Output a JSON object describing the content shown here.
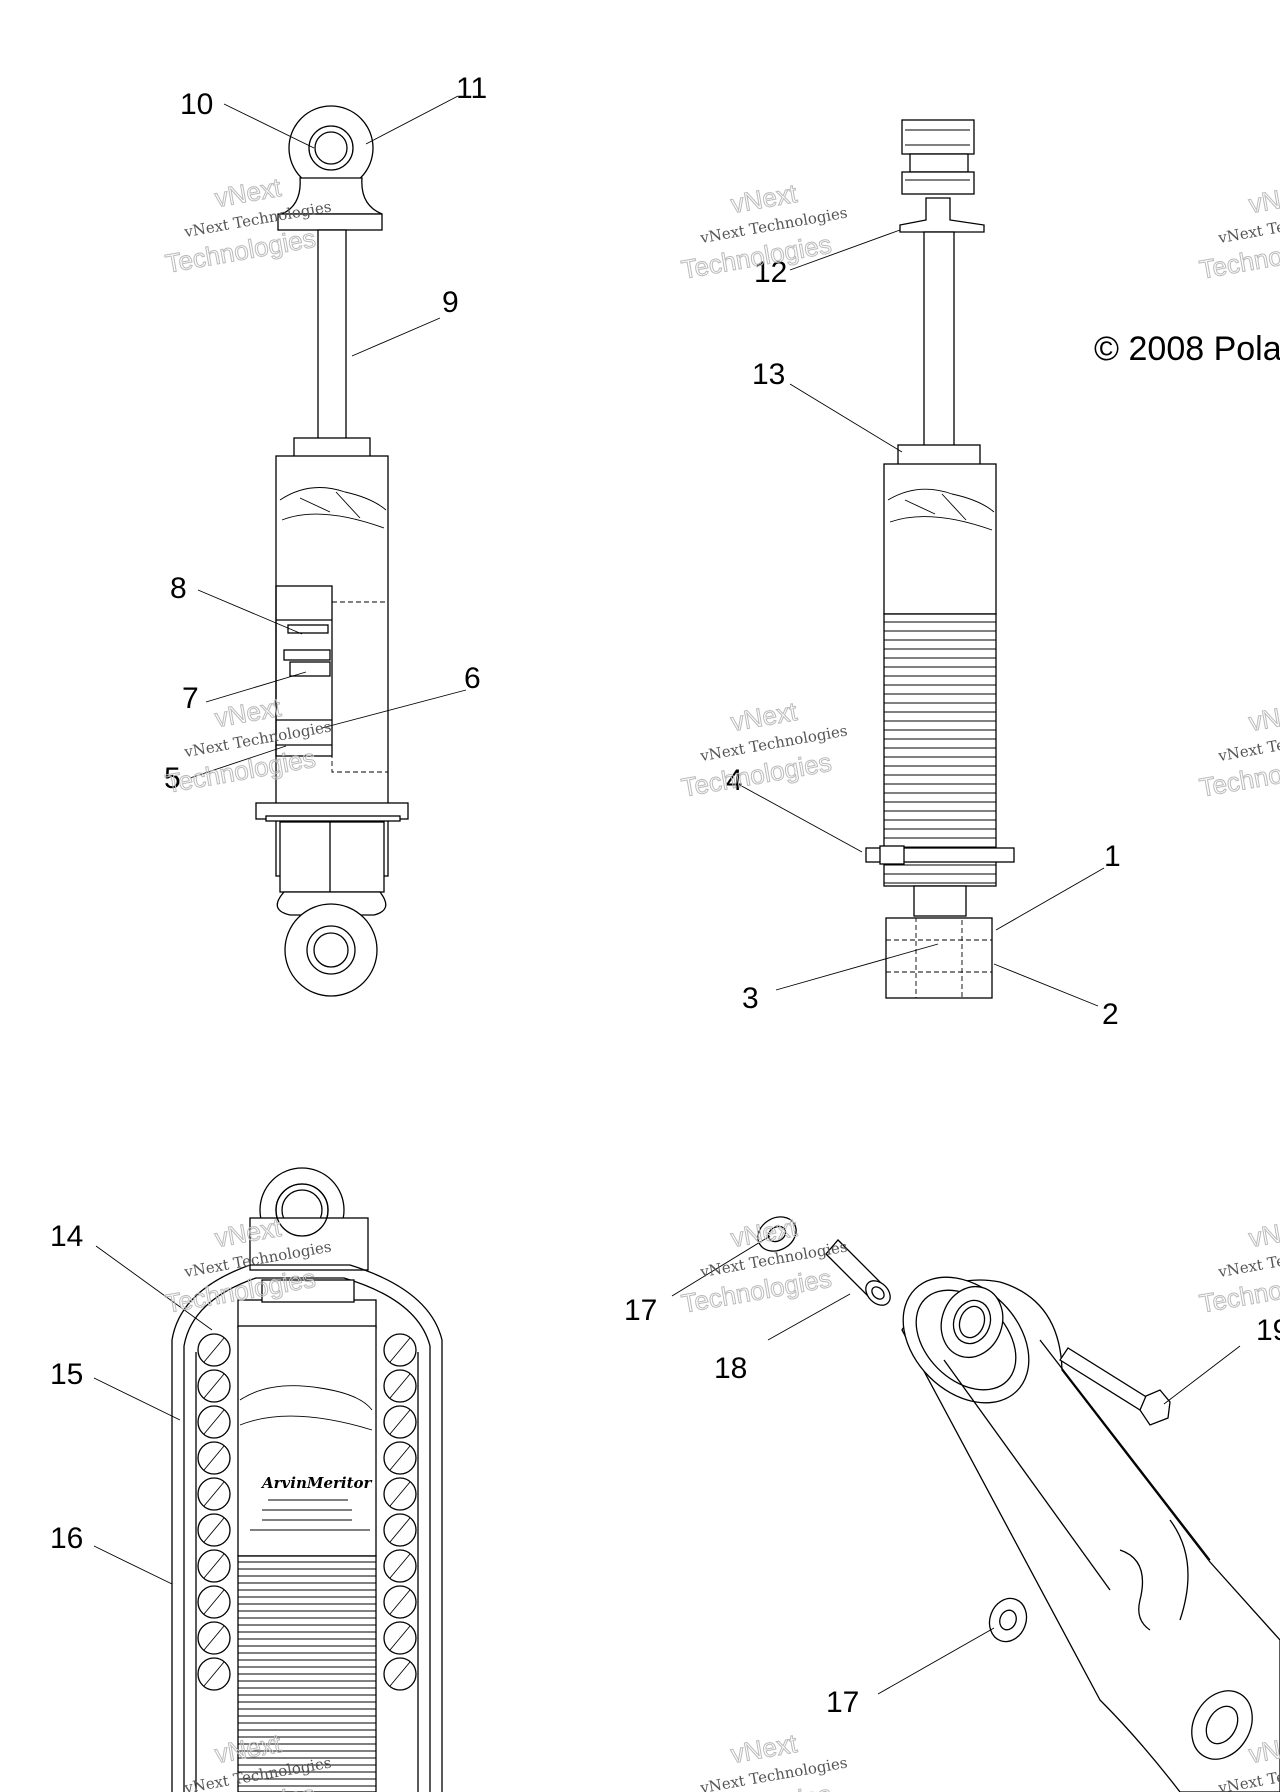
{
  "copyright": "© 2008 Pola",
  "watermark": {
    "line1": "vNext Technologies",
    "line2": "Technologies",
    "line3": "vNext"
  },
  "callouts": {
    "c1": "1",
    "c2": "2",
    "c3": "3",
    "c4": "4",
    "c5": "5",
    "c6": "6",
    "c7": "7",
    "c8": "8",
    "c9": "9",
    "c10": "10",
    "c11": "11",
    "c12": "12",
    "c13": "13",
    "c14": "14",
    "c15": "15",
    "c16": "16",
    "c17a": "17",
    "c17b": "17",
    "c18": "18",
    "c19": "19"
  }
}
